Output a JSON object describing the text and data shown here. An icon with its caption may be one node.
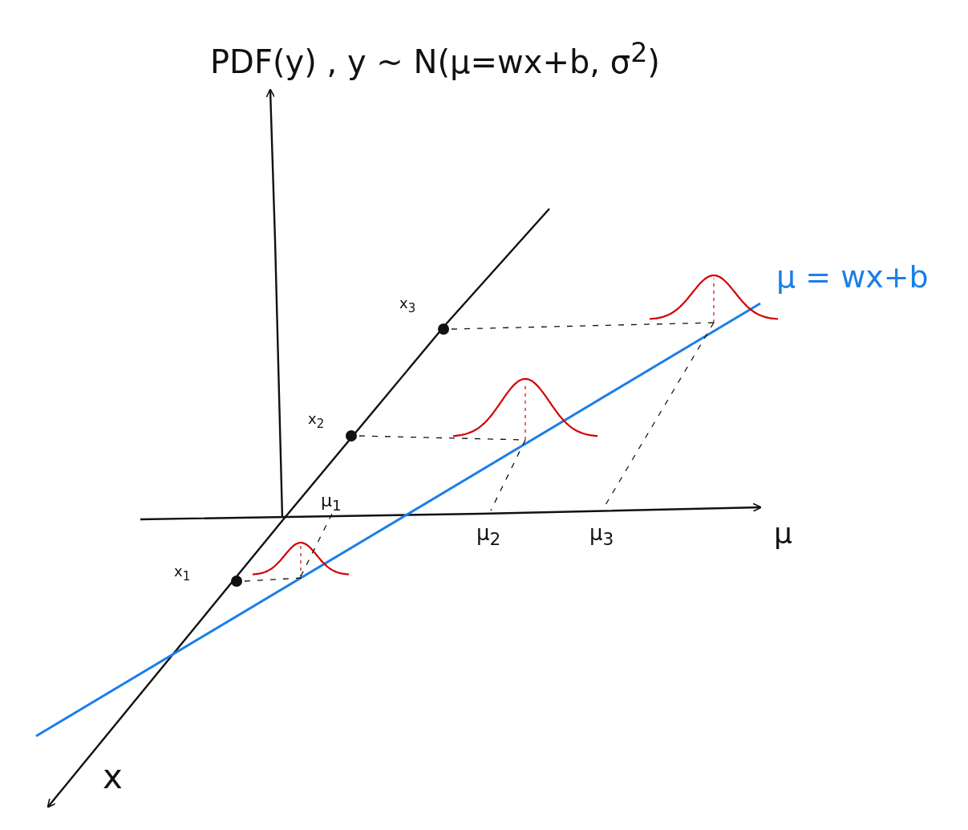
{
  "diagram": {
    "labels": [
      "PDF(y) , y ~ N(μ=wx+b, σ$^{2}$)",
      "μ = wx+b",
      "x$_{3}$",
      "x$_{2}$",
      "μ$_{1}$",
      "μ$_{2}$",
      "μ$_{3}$",
      "μ",
      "x$_{1}$",
      "x"
    ]
  }
}
